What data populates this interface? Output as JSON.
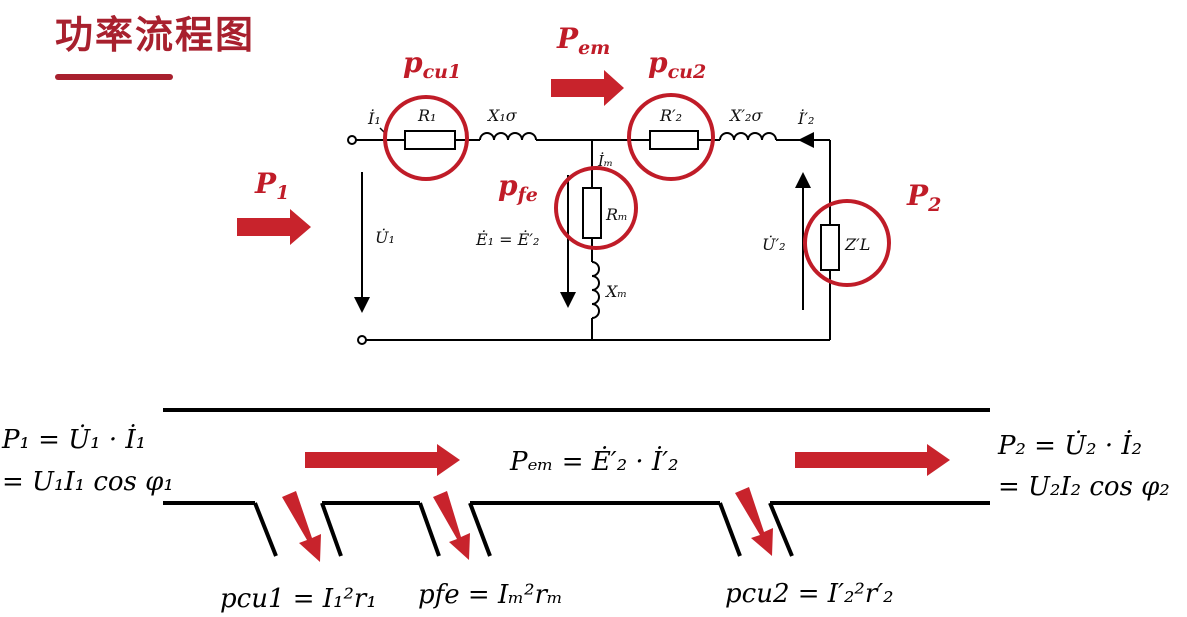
{
  "title": "功率流程图",
  "colors": {
    "accent": "#a8202e",
    "arrow": "#c8232c",
    "circle": "#c01c28",
    "line": "#000000"
  },
  "power_labels": {
    "p1": {
      "main": "P",
      "sub": "1"
    },
    "pcu1": {
      "main": "p",
      "sub": "cu1"
    },
    "pem": {
      "main": "P",
      "sub": "em"
    },
    "pcu2": {
      "main": "p",
      "sub": "cu2"
    },
    "pfe": {
      "main": "p",
      "sub": "fe"
    },
    "p2": {
      "main": "P",
      "sub": "2"
    }
  },
  "circuit_labels": {
    "r1": "R₁",
    "x1s": "X₁σ",
    "r2p": "R′₂",
    "x2sp": "X′₂σ",
    "rm": "Rₘ",
    "xm": "Xₘ",
    "zl": "Z′L",
    "i1": "İ₁",
    "i2p": "İ′₂",
    "im": "İₘ",
    "u1": "U̇₁",
    "u2p": "U̇′₂",
    "e1": "Ė₁ = Ė′₂"
  },
  "equations": {
    "p1_line1": "P₁ = U̇₁ · İ₁",
    "p1_line2": "= U₁I₁ cos φ₁",
    "pem": "Pₑₘ = Ė′₂ · İ′₂",
    "p2_line1": "P₂ = U̇₂ · İ₂",
    "p2_line2": "= U₂I₂ cos φ₂",
    "pcu1": "pcu1 = I₁²r₁",
    "pfe": "pfe = Iₘ²rₘ",
    "pcu2": "pcu2 = I′₂²r′₂"
  }
}
